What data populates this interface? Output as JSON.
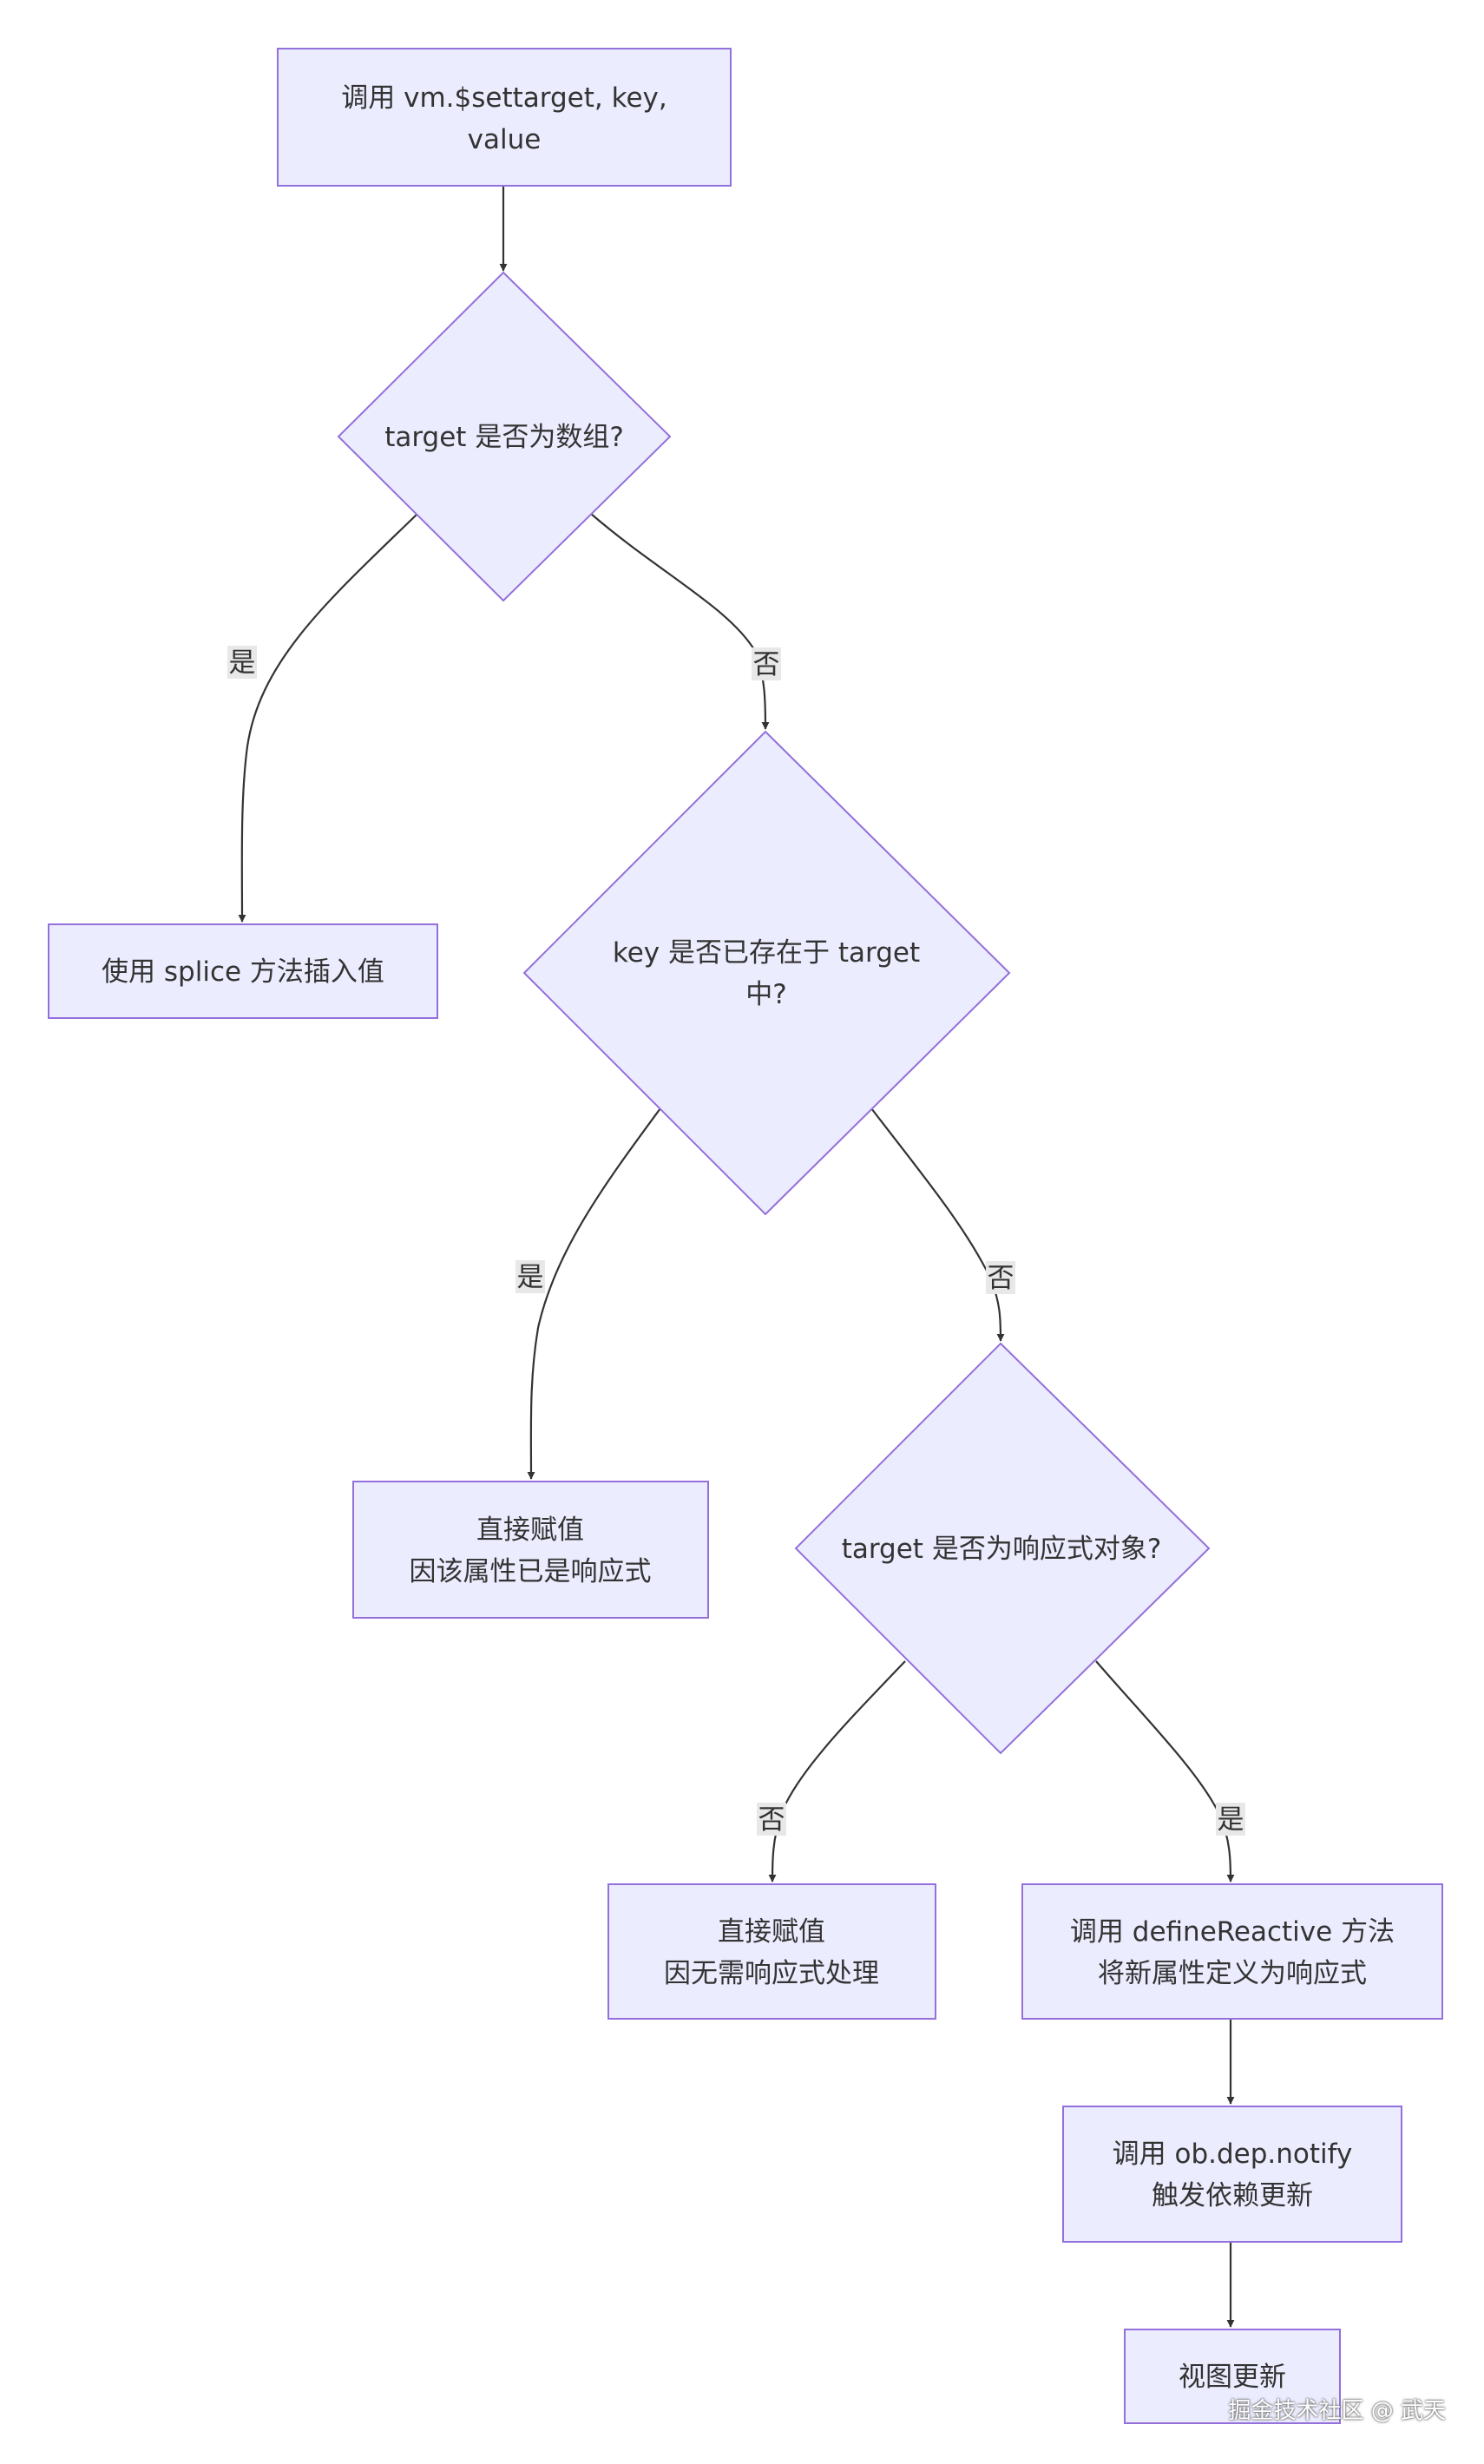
{
  "colors": {
    "node_fill": "#ECECFF",
    "node_stroke": "#9370DB",
    "edge": "#333333",
    "label_bg": "#E8E8E8",
    "text": "#333333"
  },
  "nodes": {
    "start": {
      "lines": [
        "调用 vm.$settarget, key,",
        "value"
      ]
    },
    "is_array": {
      "lines": [
        "target 是否为数组?"
      ]
    },
    "splice": {
      "lines": [
        "使用 splice 方法插入值"
      ]
    },
    "key_exists": {
      "lines": [
        "key 是否已存在于 target",
        "中?"
      ]
    },
    "assign_reactive": {
      "lines": [
        "直接赋值",
        "因该属性已是响应式"
      ]
    },
    "is_reactive": {
      "lines": [
        "target 是否为响应式对象?"
      ]
    },
    "assign_plain": {
      "lines": [
        "直接赋值",
        "因无需响应式处理"
      ]
    },
    "define_reactive": {
      "lines": [
        "调用 defineReactive 方法",
        "将新属性定义为响应式"
      ]
    },
    "notify": {
      "lines": [
        "调用 ob.dep.notify",
        "触发依赖更新"
      ]
    },
    "view_update": {
      "lines": [
        "视图更新"
      ]
    }
  },
  "edge_labels": {
    "is_array_yes": "是",
    "is_array_no": "否",
    "key_exists_yes": "是",
    "key_exists_no": "否",
    "is_reactive_no": "否",
    "is_reactive_yes": "是"
  },
  "watermark": "掘金技术社区 @ 武天"
}
